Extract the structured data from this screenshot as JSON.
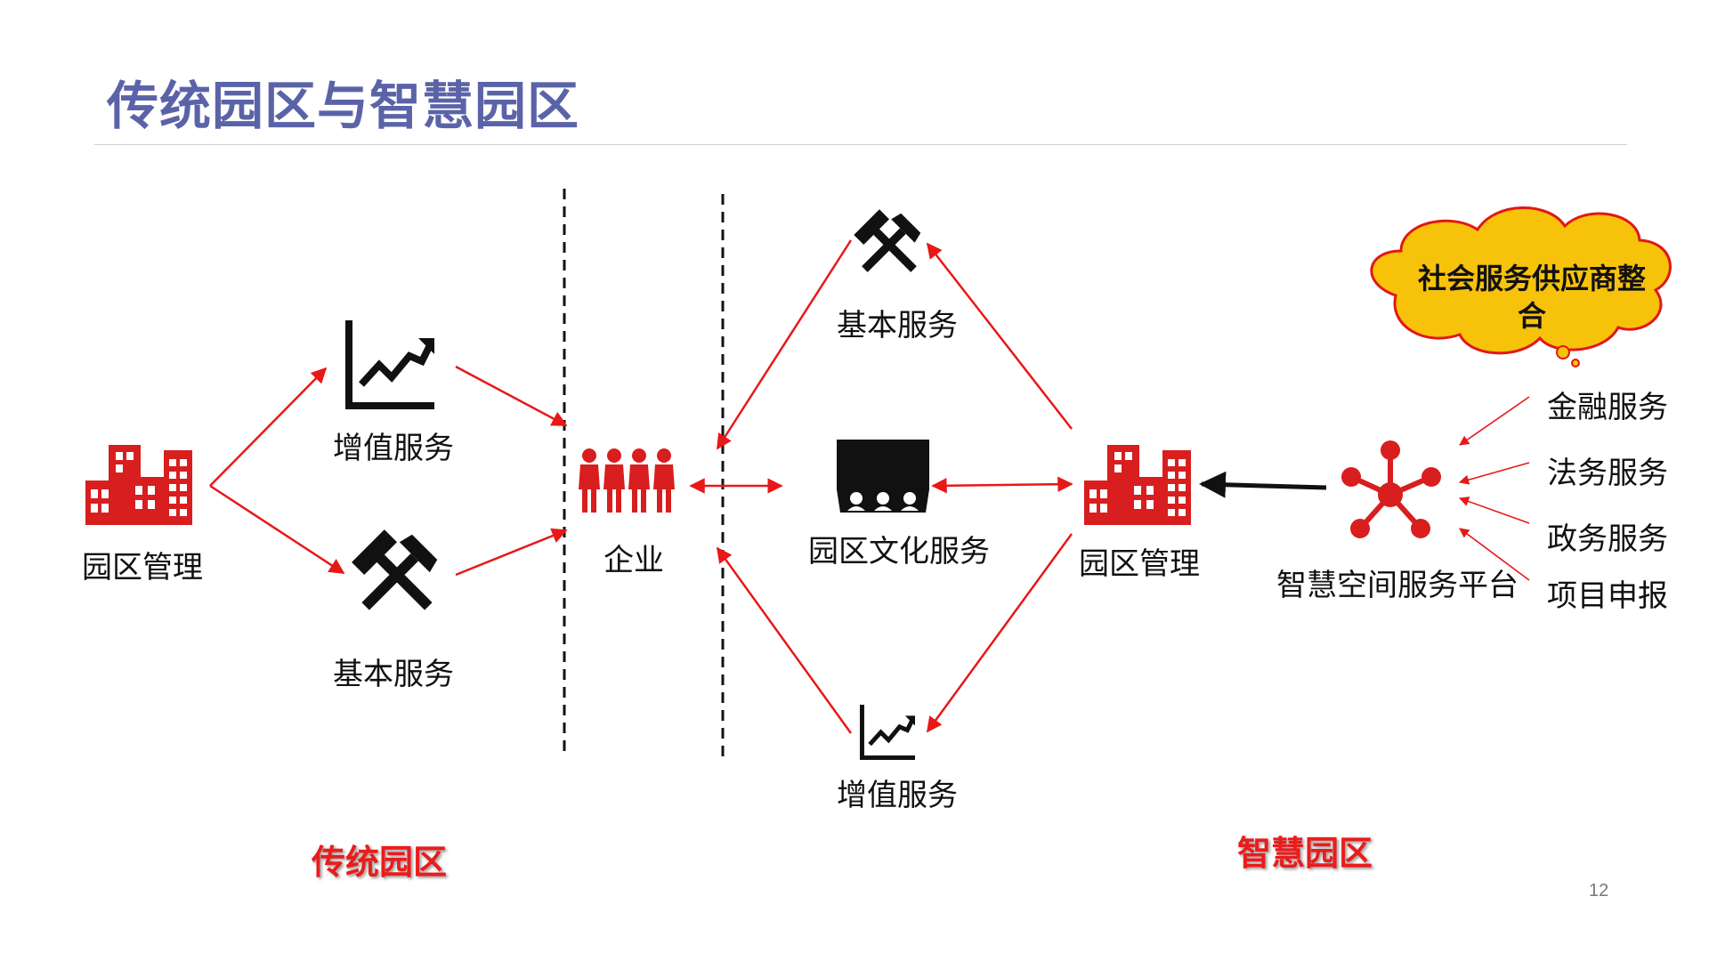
{
  "slide": {
    "title": "传统园区与智慧园区",
    "page_number": "12"
  },
  "traditional": {
    "section_label": "传统园区",
    "park_mgmt_label": "园区管理",
    "value_added_label": "增值服务",
    "basic_service_label": "基本服务",
    "enterprise_label": "企业"
  },
  "smart": {
    "section_label": "智慧园区",
    "basic_service_label": "基本服务",
    "culture_service_label": "园区文化服务",
    "value_added_label": "增值服务",
    "park_mgmt_label": "园区管理",
    "platform_label": "智慧空间服务平台",
    "cloud_text": "社会服务供应商整合",
    "providers": [
      "金融服务",
      "法务服务",
      "政务服务",
      "项目申报"
    ]
  },
  "colors": {
    "title": "#5b63a8",
    "accent_red": "#d81e1e",
    "arrow_red": "#e81818",
    "cloud_fill": "#f7c20a",
    "cloud_stroke": "#e01818"
  }
}
